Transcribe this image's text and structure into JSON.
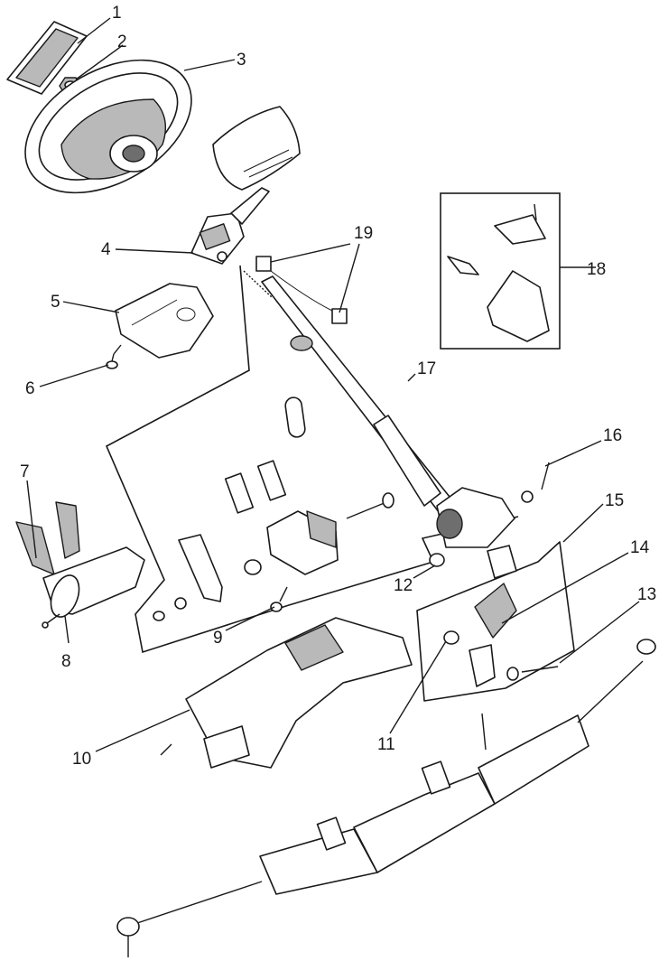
{
  "diagram": {
    "callouts": [
      "1",
      "2",
      "3",
      "4",
      "5",
      "6",
      "7",
      "8",
      "9",
      "10",
      "11",
      "12",
      "13",
      "14",
      "15",
      "16",
      "17",
      "18",
      "19"
    ],
    "colors": {
      "ink": "#1a1a1a",
      "shade": "#b9b9b9",
      "dark": "#6e6e6e",
      "background": "#ffffff"
    }
  }
}
